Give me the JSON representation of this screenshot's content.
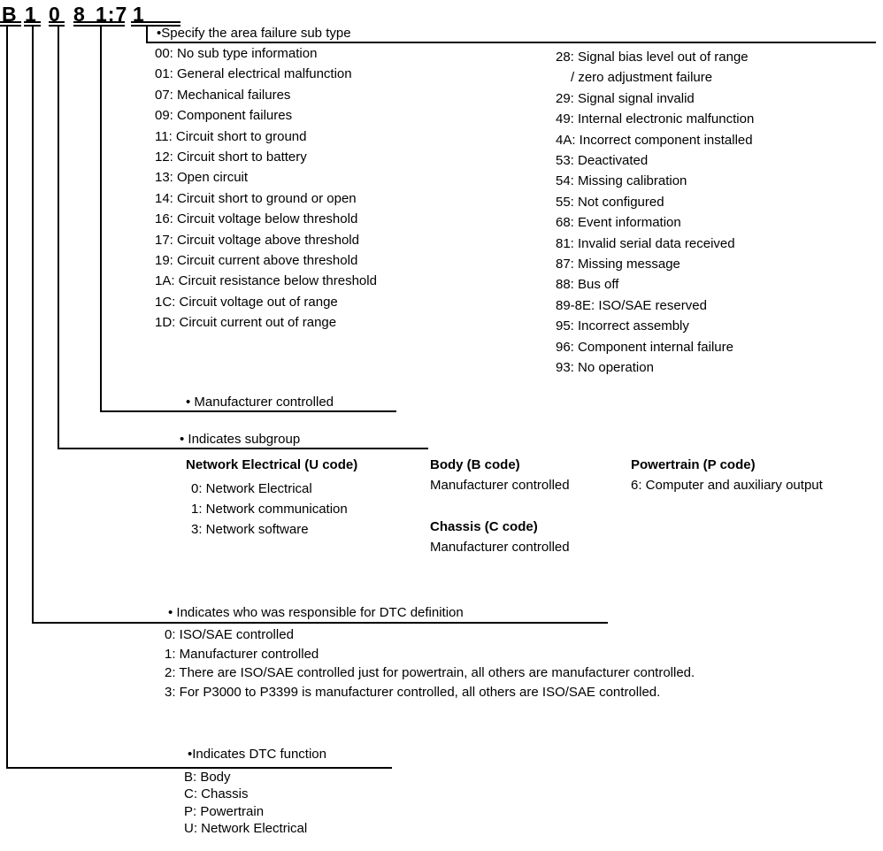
{
  "colors": {
    "ink": "#000000",
    "background": "#ffffff"
  },
  "code": {
    "chars": [
      "B",
      "1",
      "0",
      "8",
      "1:7",
      "1"
    ]
  },
  "sections": {
    "subtype": {
      "label": "•Specify the area failure sub type",
      "left_items": [
        "00: No sub type information",
        "01: General electrical malfunction",
        "07: Mechanical failures",
        "09: Component failures",
        "11: Circuit short to ground",
        "12: Circuit short to battery",
        "13: Open circuit",
        "14: Circuit short to ground or open",
        "16: Circuit voltage below threshold",
        "17: Circuit voltage above threshold",
        "19: Circuit current above threshold",
        "1A: Circuit resistance below threshold",
        "1C: Circuit voltage out of range",
        "1D: Circuit current out of range"
      ],
      "right_items": [
        "28: Signal bias level out of range",
        "/ zero adjustment failure",
        "29: Signal signal invalid",
        "49: Internal electronic malfunction",
        "4A: Incorrect component installed",
        "53: Deactivated",
        "54: Missing calibration",
        "55: Not configured",
        "68: Event information",
        "81: Invalid serial data received",
        "87: Missing message",
        "88: Bus off",
        "89-8E: ISO/SAE reserved",
        "95: Incorrect assembly",
        "96: Component internal failure",
        "93: No operation"
      ]
    },
    "manufacturer": {
      "label": "• Manufacturer controlled"
    },
    "subgroup": {
      "label": "• Indicates subgroup",
      "u_heading": "Network Electrical (U code)",
      "u_items": [
        "0: Network Electrical",
        "1: Network communication",
        "3: Network software"
      ],
      "b_heading": "Body (B code)",
      "b_item": "Manufacturer controlled",
      "c_heading": "Chassis (C code)",
      "c_item": "Manufacturer controlled",
      "p_heading": "Powertrain (P code)",
      "p_item": "6: Computer and auxiliary output"
    },
    "responsible": {
      "label": "• Indicates who was responsible for DTC definition",
      "items": [
        "0: ISO/SAE controlled",
        "1: Manufacturer controlled",
        "2: There are ISO/SAE controlled just for powertrain, all others are manufacturer controlled.",
        "3: For P3000 to P3399 is manufacturer controlled, all others are ISO/SAE controlled."
      ]
    },
    "function": {
      "label": "•Indicates DTC function",
      "items": [
        "B: Body",
        "C: Chassis",
        "P: Powertrain",
        "U: Network Electrical"
      ]
    }
  }
}
